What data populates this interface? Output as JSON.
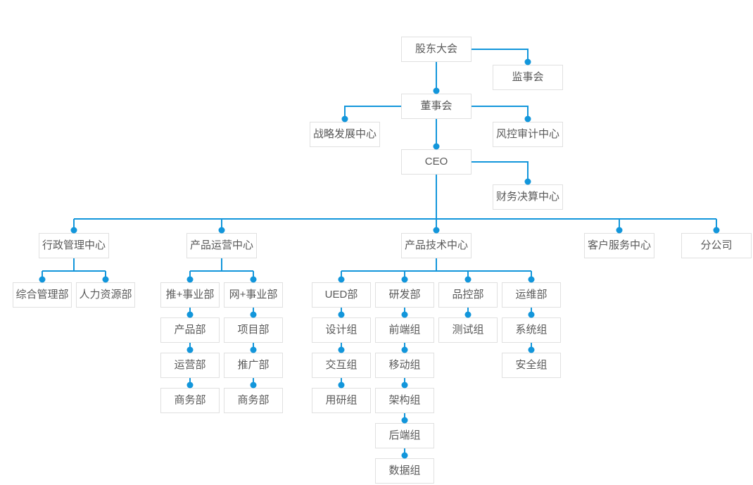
{
  "colors": {
    "line_color": "#1296db",
    "node_border": "#e0e0e0",
    "node_text": "#595959",
    "background": "#ffffff"
  },
  "diagram_type": "org-chart",
  "nodes": [
    {
      "id": "shareholders-meeting",
      "label": "股东大会",
      "parent": null
    },
    {
      "id": "supervisory-board",
      "label": "监事会",
      "parent": "shareholders-meeting"
    },
    {
      "id": "board-of-directors",
      "label": "董事会",
      "parent": "shareholders-meeting"
    },
    {
      "id": "strategy-development-center",
      "label": "战略发展中心",
      "parent": "board-of-directors"
    },
    {
      "id": "risk-audit-center",
      "label": "风控审计中心",
      "parent": "board-of-directors"
    },
    {
      "id": "ceo",
      "label": "CEO",
      "parent": "board-of-directors"
    },
    {
      "id": "finance-settlement-center",
      "label": "财务决算中心",
      "parent": "ceo"
    },
    {
      "id": "admin-management-center",
      "label": "行政管理中心",
      "parent": "ceo"
    },
    {
      "id": "product-operation-center",
      "label": "产品运营中心",
      "parent": "ceo"
    },
    {
      "id": "product-tech-center",
      "label": "产品技术中心",
      "parent": "ceo"
    },
    {
      "id": "customer-service-center",
      "label": "客户服务中心",
      "parent": "ceo"
    },
    {
      "id": "branch-company",
      "label": "分公司",
      "parent": "ceo"
    },
    {
      "id": "general-management-dept",
      "label": "综合管理部",
      "parent": "admin-management-center"
    },
    {
      "id": "hr-dept",
      "label": "人力资源部",
      "parent": "admin-management-center"
    },
    {
      "id": "tui-plus-business-unit",
      "label": "推+事业部",
      "parent": "product-operation-center"
    },
    {
      "id": "wang-plus-business-unit",
      "label": "网+事业部",
      "parent": "product-operation-center"
    },
    {
      "id": "product-dept",
      "label": "产品部",
      "parent": "tui-plus-business-unit"
    },
    {
      "id": "project-dept",
      "label": "项目部",
      "parent": "wang-plus-business-unit"
    },
    {
      "id": "operation-dept",
      "label": "运营部",
      "parent": "product-dept"
    },
    {
      "id": "promotion-dept",
      "label": "推广部",
      "parent": "project-dept"
    },
    {
      "id": "business-dept-1",
      "label": "商务部",
      "parent": "operation-dept"
    },
    {
      "id": "business-dept-2",
      "label": "商务部",
      "parent": "promotion-dept"
    },
    {
      "id": "ued-dept",
      "label": "UED部",
      "parent": "product-tech-center"
    },
    {
      "id": "rd-dept",
      "label": "研发部",
      "parent": "product-tech-center"
    },
    {
      "id": "qc-dept",
      "label": "品控部",
      "parent": "product-tech-center"
    },
    {
      "id": "ops-dept",
      "label": "运维部",
      "parent": "product-tech-center"
    },
    {
      "id": "design-group",
      "label": "设计组",
      "parent": "ued-dept"
    },
    {
      "id": "frontend-group",
      "label": "前端组",
      "parent": "rd-dept"
    },
    {
      "id": "testing-group",
      "label": "测试组",
      "parent": "qc-dept"
    },
    {
      "id": "system-group",
      "label": "系统组",
      "parent": "ops-dept"
    },
    {
      "id": "interaction-group",
      "label": "交互组",
      "parent": "design-group"
    },
    {
      "id": "mobile-group",
      "label": "移动组",
      "parent": "frontend-group"
    },
    {
      "id": "security-group",
      "label": "安全组",
      "parent": "system-group"
    },
    {
      "id": "user-research-group",
      "label": "用研组",
      "parent": "interaction-group"
    },
    {
      "id": "architecture-group",
      "label": "架构组",
      "parent": "mobile-group"
    },
    {
      "id": "backend-group",
      "label": "后端组",
      "parent": "architecture-group"
    },
    {
      "id": "data-group",
      "label": "数据组",
      "parent": "backend-group"
    }
  ]
}
